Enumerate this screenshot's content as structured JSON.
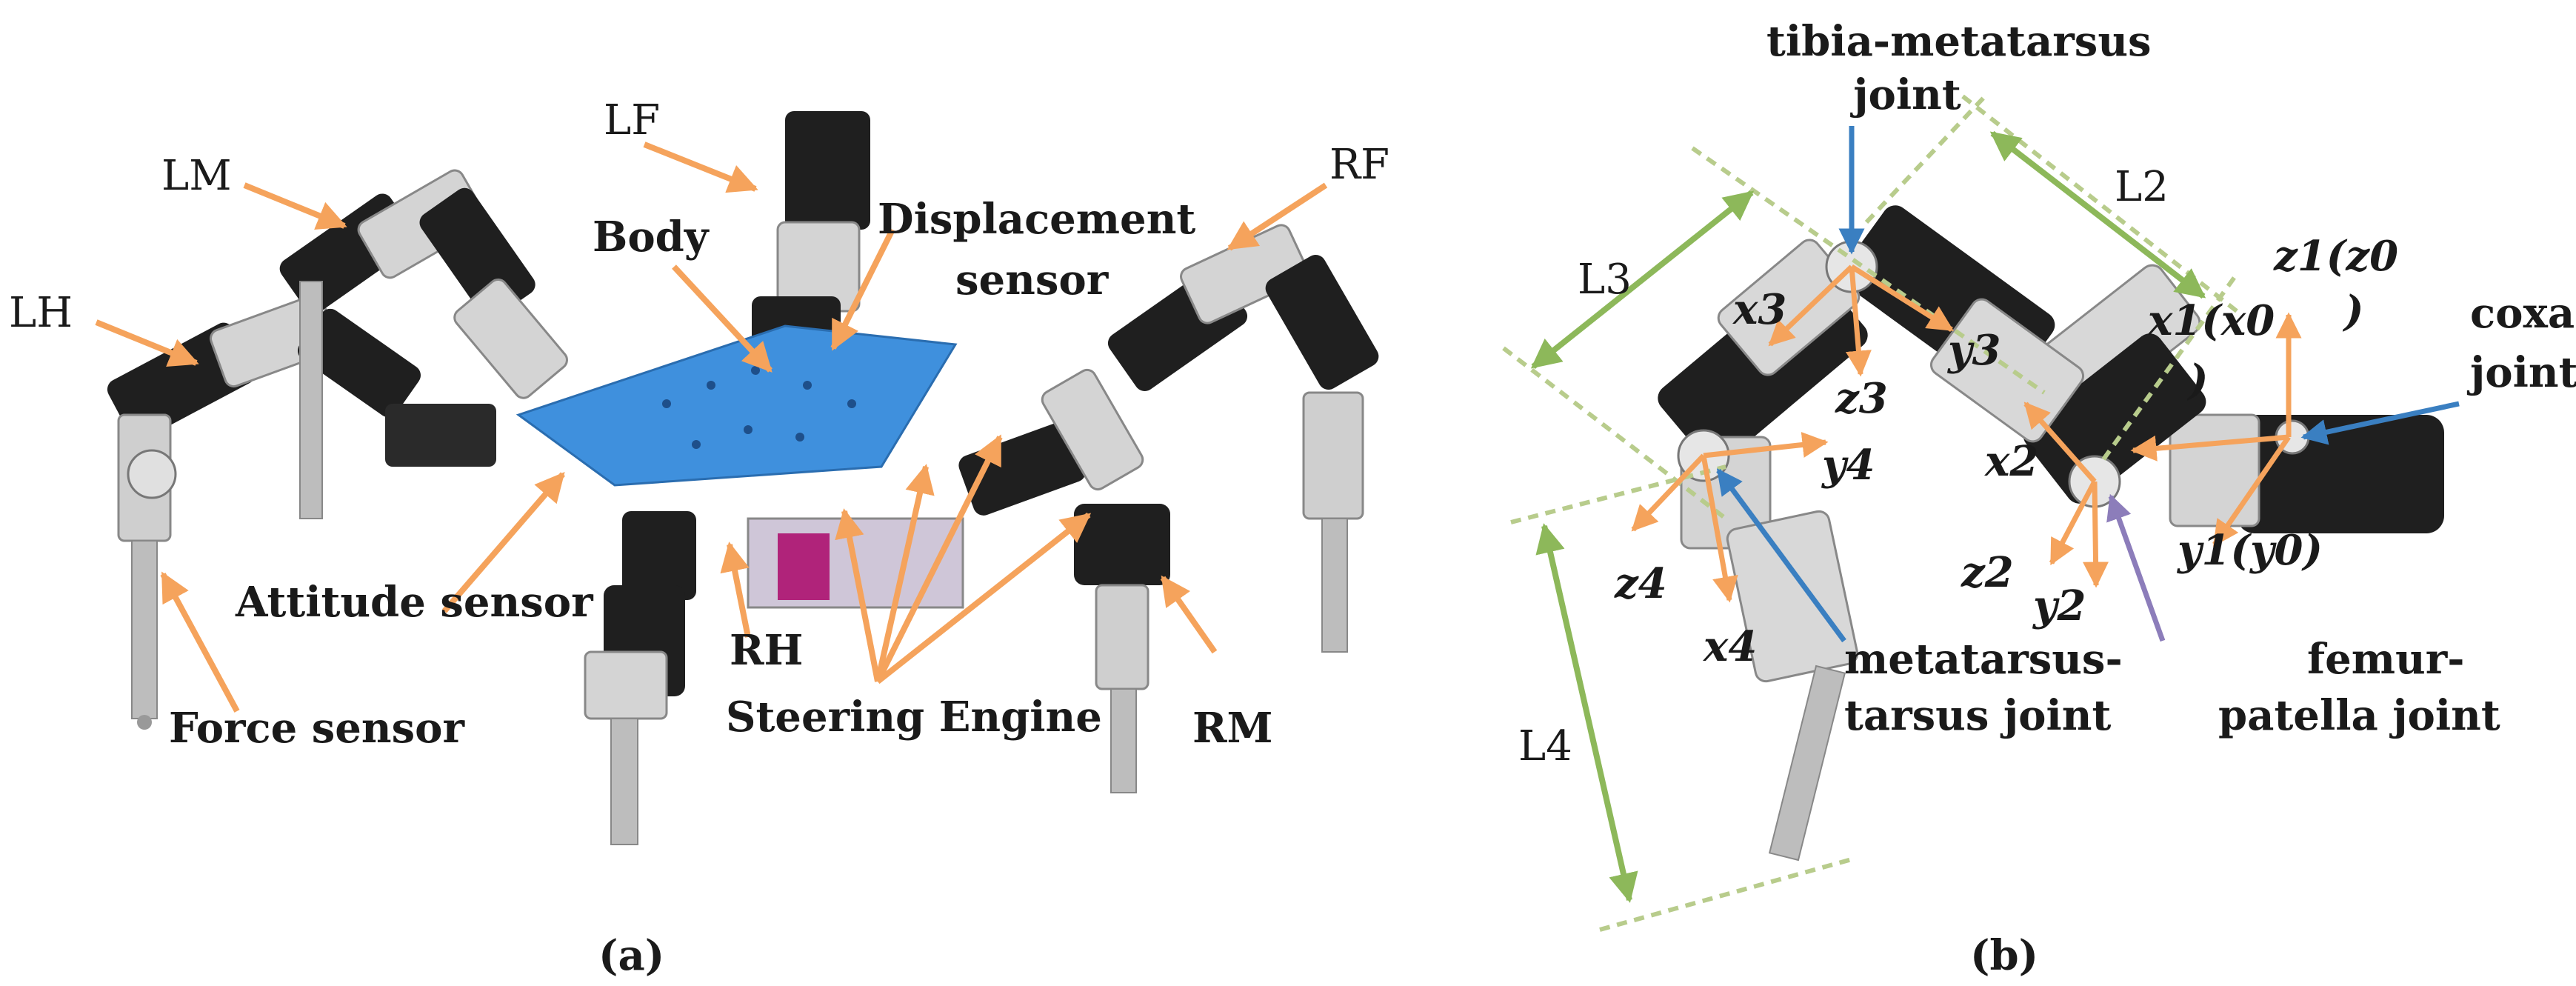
{
  "colors": {
    "arrow_orange": "#F5A35C",
    "arrow_blue": "#3A7FC1",
    "arrow_purple": "#8C7DBA",
    "dimension_green": "#8DB85A",
    "body_plate_blue": "#3F90DD",
    "servo_black": "#1f1f1f",
    "bracket_silver": "#d4d4d4"
  },
  "panel_a": {
    "caption": "(a)",
    "labels": {
      "lf": "LF",
      "lm": "LM",
      "lh": "LH",
      "rf": "RF",
      "rm": "RM",
      "rh": "RH",
      "body": "Body",
      "displacement_sensor_1": "Displacement",
      "displacement_sensor_2": "sensor",
      "attitude_sensor": "Attitude sensor",
      "force_sensor": "Force sensor",
      "steering_engine": "Steering Engine"
    }
  },
  "panel_b": {
    "caption": "(b)",
    "joints": {
      "tibia_metatarsus_1": "tibia-metatarsus",
      "tibia_metatarsus_2": "joint",
      "coxal_1": "coxal",
      "coxal_2": "joint",
      "metatarsus_tarsus_1": "metatarsus-",
      "metatarsus_tarsus_2": "tarsus joint",
      "femur_patella_1": "femur-",
      "femur_patella_2": "patella joint"
    },
    "lengths": {
      "l2": "L2",
      "l3": "L3",
      "l4": "L4"
    },
    "axes": {
      "z1z0_a": "z1(z0",
      "z1z0_b": ")",
      "x1x0_a": "x1(x0",
      "x1x0_b": ")",
      "y1y0": "y1(y0)",
      "x2": "x2",
      "y2": "y2",
      "z2": "z2",
      "x3": "x3",
      "y3": "y3",
      "z3": "z3",
      "x4": "x4",
      "y4": "y4",
      "z4": "z4"
    }
  }
}
